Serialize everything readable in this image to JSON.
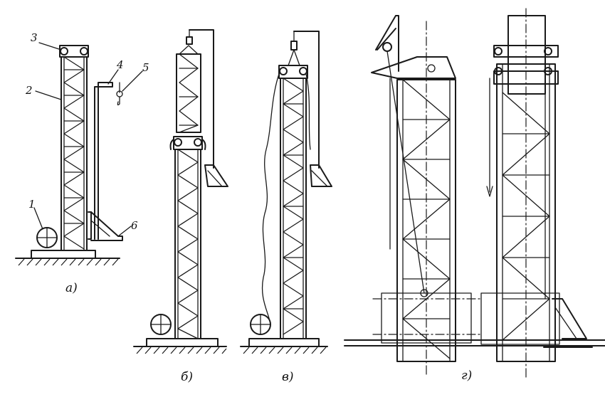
{
  "panels": [
    {
      "id": "a",
      "caption": "а)"
    },
    {
      "id": "b",
      "caption": "б)"
    },
    {
      "id": "v",
      "caption": "в)"
    },
    {
      "id": "g",
      "caption": "г)"
    }
  ],
  "callouts": [
    "1",
    "2",
    "3",
    "4",
    "5",
    "6"
  ],
  "colors": {
    "ink": "#1a1a1a",
    "paper": "#ffffff"
  }
}
